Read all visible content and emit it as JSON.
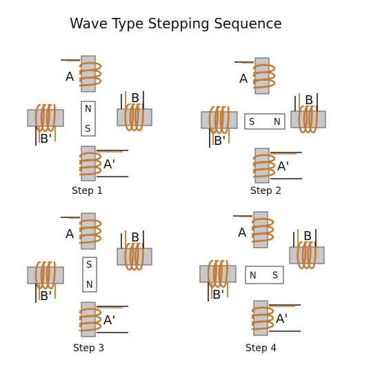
{
  "title": "Wave Type Stepping Sequence",
  "colors": {
    "core_fill": "#c8c8c8",
    "core_stroke": "#555555",
    "winding": "#c9782c",
    "wire": "#1a1a1a",
    "text": "#111111"
  },
  "coil_labels": {
    "a": "A",
    "b": "B",
    "b_prime": "B'",
    "a_prime": "A'"
  },
  "steps": [
    {
      "label": "Step 1",
      "magnet": {
        "orientation": "vertical",
        "poles": [
          "N",
          "S"
        ]
      }
    },
    {
      "label": "Step 2",
      "magnet": {
        "orientation": "horizontal",
        "poles": [
          "S",
          "N"
        ]
      }
    },
    {
      "label": "Step 3",
      "magnet": {
        "orientation": "vertical",
        "poles": [
          "S",
          "N"
        ]
      }
    },
    {
      "label": "Step 4",
      "magnet": {
        "orientation": "horizontal",
        "poles": [
          "N",
          "S"
        ]
      }
    }
  ]
}
